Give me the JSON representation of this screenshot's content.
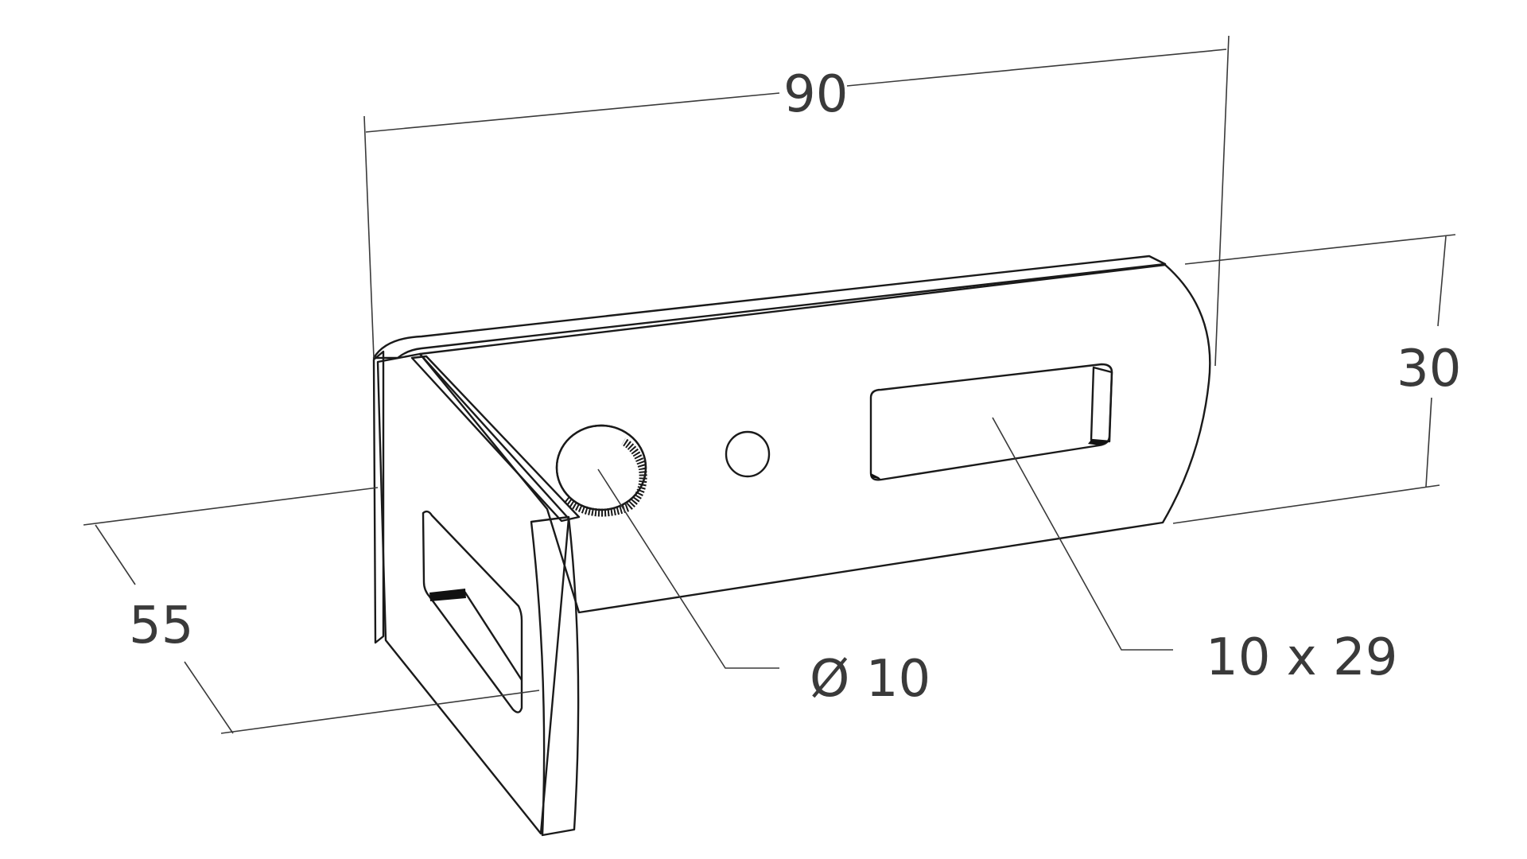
{
  "dimensions": {
    "length": "90",
    "height": "30",
    "depth": "55",
    "hole_diameter": "Ø 10",
    "slot_size": "10 x 29"
  },
  "colors": {
    "face": "#dedede",
    "face_light": "#e6e6e6",
    "face_top": "#e9e9e9",
    "line": "#1a1a1a",
    "dim": "#3a3a3a",
    "background": "#ffffff"
  }
}
